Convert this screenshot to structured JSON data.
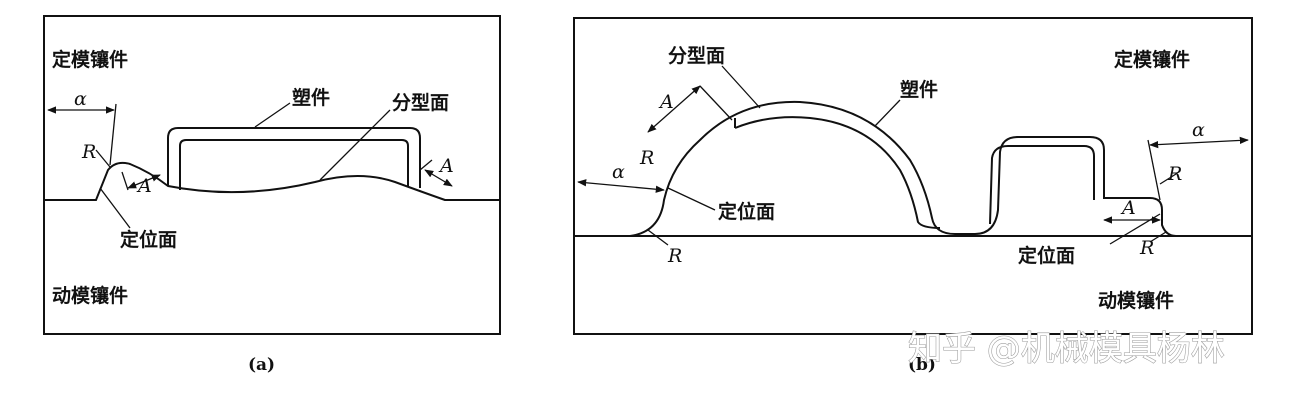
{
  "diagram_a": {
    "fixed_insert": "定模镶件",
    "moving_insert": "动模镶件",
    "plastic_part": "塑件",
    "parting_surface": "分型面",
    "locating_surface": "定位面",
    "alpha": "α",
    "radius": "R",
    "dimension_a": "A",
    "caption": "(a)"
  },
  "diagram_b": {
    "fixed_insert": "定模镶件",
    "moving_insert": "动模镶件",
    "plastic_part": "塑件",
    "parting_surface": "分型面",
    "locating_surface": "定位面",
    "alpha": "α",
    "radius": "R",
    "dimension_a": "A",
    "caption": "(b)"
  },
  "watermark": "知乎 @机械模具杨林"
}
